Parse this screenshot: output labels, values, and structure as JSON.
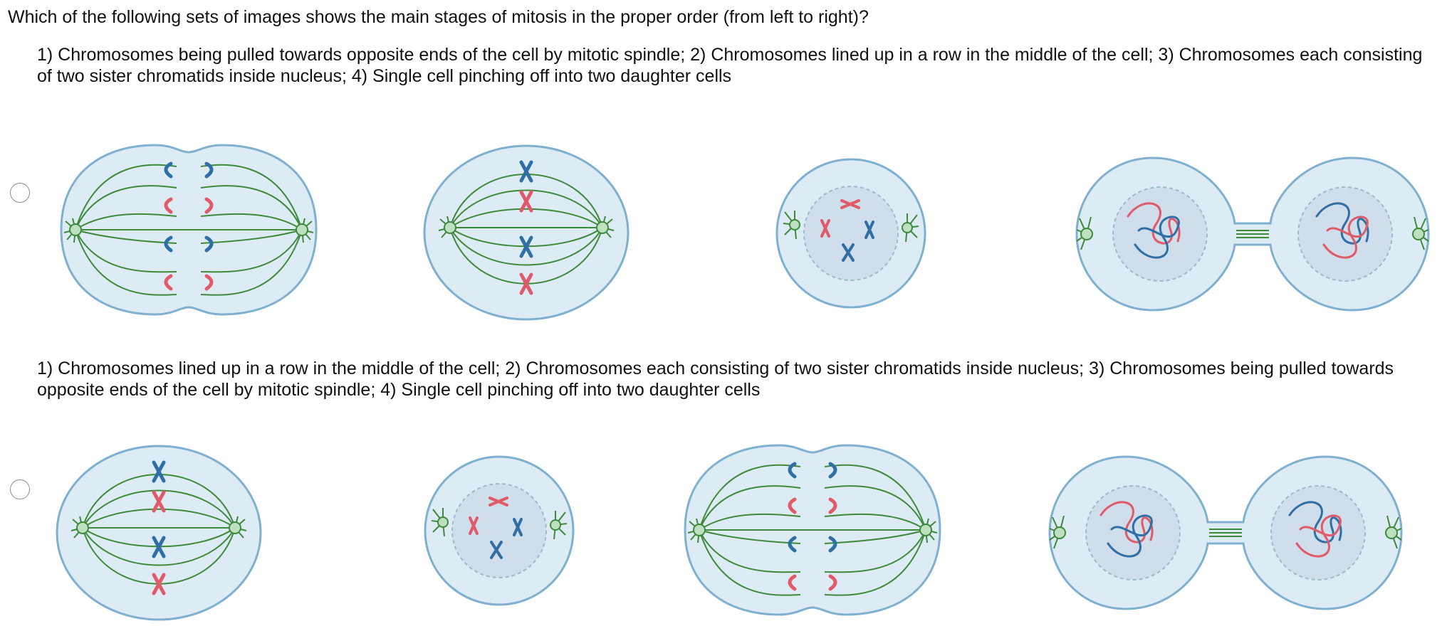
{
  "question": {
    "text": "Which of the following sets of images shows the main stages of mitosis in the proper order (from left to right)?"
  },
  "choices": [
    {
      "label": "1) Chromosomes being pulled towards opposite ends of the cell by mitotic spindle; 2) Chromosomes lined up in a row in the middle of the cell; 3) Chromosomes each consisting of two sister chromatids inside nucleus; 4) Single cell pinching off into two daughter cells",
      "selected": false,
      "images": [
        "anaphase-cell",
        "metaphase-cell",
        "prophase-cell",
        "telophase-cell"
      ]
    },
    {
      "label": "1) Chromosomes lined up in a row in the middle of the cell; 2) Chromosomes each consisting of two sister chromatids inside nucleus; 3) Chromosomes being pulled towards opposite ends of the cell by mitotic spindle; 4) Single cell pinching off into two daughter cells",
      "selected": false,
      "images": [
        "metaphase-cell",
        "prophase-cell",
        "anaphase-cell",
        "telophase-cell"
      ]
    }
  ],
  "colors": {
    "membrane": "#7fb0d0",
    "cytoplasm": "#ddebf4",
    "nucleus": "#cfdeea",
    "spindle": "#3d8a3a",
    "chromosome_blue": "#2f6fa6",
    "chromosome_red": "#e05a6a",
    "radio_border": "#8a8a8a"
  }
}
